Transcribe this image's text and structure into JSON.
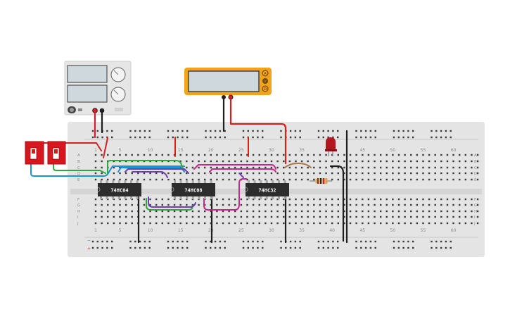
{
  "colors": {
    "breadboard": "#e4e4e4",
    "hole": "#3a3a3a",
    "wire_red": "#d62020",
    "wire_black": "#1e1e1e",
    "wire_green": "#2ea83a",
    "wire_blue": "#1f8fd6",
    "wire_magenta": "#c8278e",
    "wire_purple": "#6d3fb0",
    "wire_brown": "#a4784a",
    "chip": "#2d2d2d",
    "switch": "#d8161d",
    "multimeter": "#f2a31a",
    "lcd": "#cfd8dc",
    "led": "#b3161e"
  },
  "chips": [
    {
      "id": "chip-1",
      "label": "74HC04"
    },
    {
      "id": "chip-2",
      "label": "74HC08"
    },
    {
      "id": "chip-3",
      "label": "74HC32"
    }
  ],
  "breadboard": {
    "column_numbers": [
      "1",
      "5",
      "10",
      "15",
      "20",
      "25",
      "30",
      "35",
      "40",
      "45",
      "50",
      "55",
      "60"
    ],
    "row_letters_top": [
      "A",
      "B",
      "C",
      "D",
      "E"
    ],
    "row_letters_bottom": [
      "F",
      "G",
      "H",
      "I",
      "J"
    ]
  },
  "multimeter": {
    "buttons": [
      "A",
      "V",
      "Ω"
    ]
  },
  "power_supply": {
    "icons": [
      "voltage-knob-icon",
      "current-knob-icon",
      "power-toggle-icon"
    ]
  },
  "icons": [
    "switch-icon",
    "led-icon",
    "resistor-icon",
    "probe-icon"
  ]
}
